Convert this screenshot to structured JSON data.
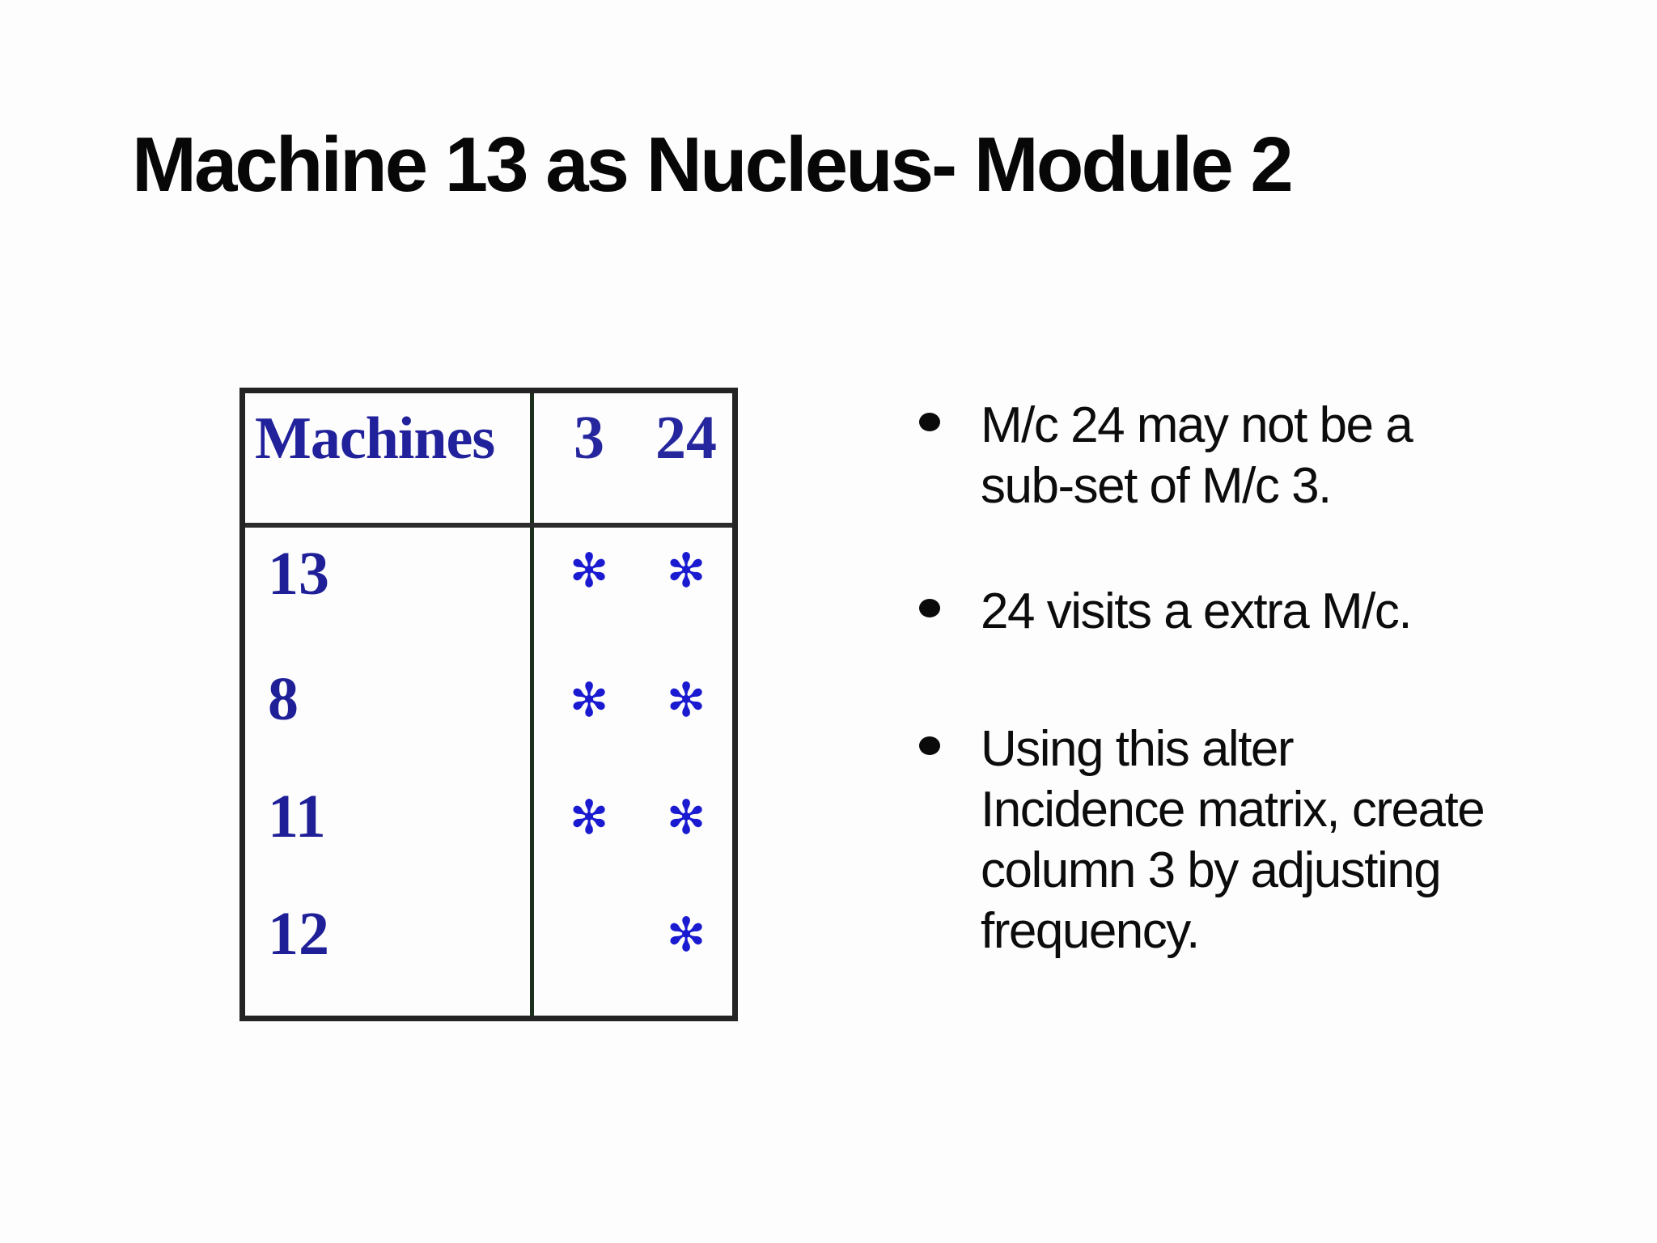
{
  "slide": {
    "title": "Machine 13 as Nucleus- Module 2"
  },
  "table": {
    "header": {
      "machines_label": "Machines",
      "col1": "3",
      "col2": "24"
    },
    "rows": [
      {
        "machine": "13",
        "col3": "✻",
        "col24": "✻"
      },
      {
        "machine": "8",
        "col3": "✻",
        "col24": "✻"
      },
      {
        "machine": "11",
        "col3": "✻",
        "col24": "✻"
      },
      {
        "machine": "12",
        "col3": "",
        "col24": "✻"
      }
    ]
  },
  "bullets": [
    {
      "text": "M/c 24 may not be a\nsub-set of M/c 3."
    },
    {
      "text": "24 visits a extra M/c."
    },
    {
      "text": "Using this alter\nIncidence matrix, create\ncolumn 3 by adjusting\nfrequency."
    }
  ],
  "colors": {
    "table_text_blue": "#21219b",
    "star_blue": "#1a1ad0",
    "body_text_black": "#0c0c0c",
    "table_border_dark": "#242424",
    "table_divider_green": "#1c2f1c"
  }
}
